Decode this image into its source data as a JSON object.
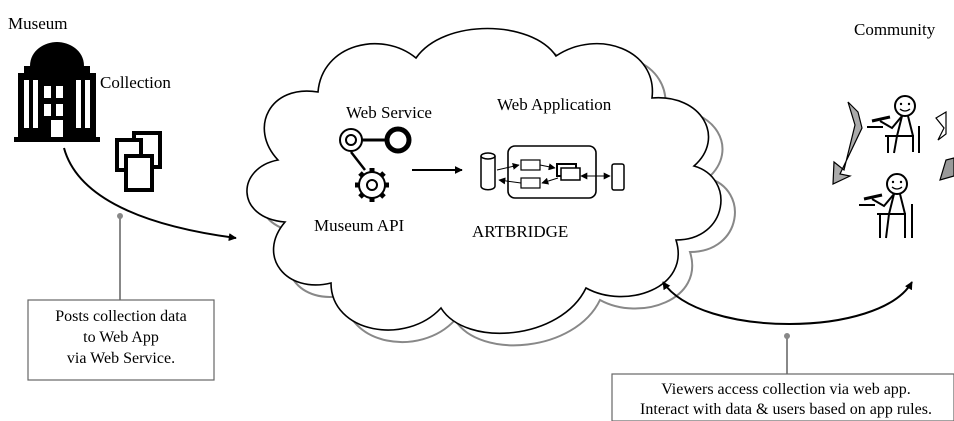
{
  "labels": {
    "museum": "Museum",
    "collection": "Collection",
    "community": "Community",
    "web_service": "Web Service",
    "web_application": "Web Application",
    "museum_api": "Museum API",
    "artbridge": "ARTBRIDGE"
  },
  "notes": {
    "posts": [
      "Posts collection data",
      "to Web App",
      "via Web Service."
    ],
    "viewers": [
      "Viewers access collection via web app.",
      "Interact with data & users based on app rules."
    ]
  },
  "icons": [
    "museum-building-icon",
    "collection-frames-icon",
    "service-endpoint-icon",
    "gear-icon",
    "database-icon",
    "app-components-icon",
    "person-at-laptop-icon",
    "cycle-arrow-icon"
  ]
}
